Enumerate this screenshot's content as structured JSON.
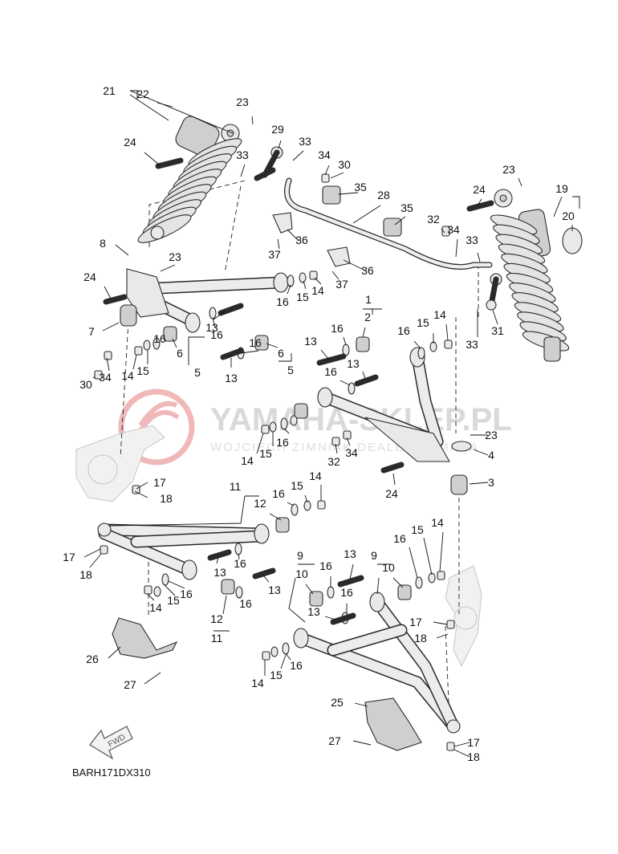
{
  "diagram_code": "BARH171DX310",
  "watermark": {
    "title": "YAMAHA-SKLEP.PL",
    "subtitle": "WOJCIECH ZIMNIAK DEALER YAMAHA"
  },
  "fwd_label": "FWD",
  "colors": {
    "line": "#2a2a2a",
    "part_fill": "#e9e9e9",
    "watermark_red": "#e8a3a3"
  },
  "callouts": [
    {
      "id": "c1",
      "label": "1"
    },
    {
      "id": "c2",
      "label": "2"
    },
    {
      "id": "c3",
      "label": "3"
    },
    {
      "id": "c4",
      "label": "4"
    },
    {
      "id": "c5a",
      "label": "5"
    },
    {
      "id": "c5b",
      "label": "5"
    },
    {
      "id": "c6a",
      "label": "6"
    },
    {
      "id": "c6b",
      "label": "6"
    },
    {
      "id": "c7",
      "label": "7"
    },
    {
      "id": "c8",
      "label": "8"
    },
    {
      "id": "c9a",
      "label": "9"
    },
    {
      "id": "c9b",
      "label": "9"
    },
    {
      "id": "c10a",
      "label": "10"
    },
    {
      "id": "c10b",
      "label": "10"
    },
    {
      "id": "c11a",
      "label": "11"
    },
    {
      "id": "c11b",
      "label": "11"
    },
    {
      "id": "c12a",
      "label": "12"
    },
    {
      "id": "c12b",
      "label": "12"
    },
    {
      "id": "c13a",
      "label": "13"
    },
    {
      "id": "c13b",
      "label": "13"
    },
    {
      "id": "c13c",
      "label": "13"
    },
    {
      "id": "c13d",
      "label": "13"
    },
    {
      "id": "c13e",
      "label": "13"
    },
    {
      "id": "c13f",
      "label": "13"
    },
    {
      "id": "c13g",
      "label": "13"
    },
    {
      "id": "c13h",
      "label": "13"
    },
    {
      "id": "c14a",
      "label": "14"
    },
    {
      "id": "c14b",
      "label": "14"
    },
    {
      "id": "c14c",
      "label": "14"
    },
    {
      "id": "c14d",
      "label": "14"
    },
    {
      "id": "c14e",
      "label": "14"
    },
    {
      "id": "c14f",
      "label": "14"
    },
    {
      "id": "c14g",
      "label": "14"
    },
    {
      "id": "c14h",
      "label": "14"
    },
    {
      "id": "c15a",
      "label": "15"
    },
    {
      "id": "c15b",
      "label": "15"
    },
    {
      "id": "c15c",
      "label": "15"
    },
    {
      "id": "c15d",
      "label": "15"
    },
    {
      "id": "c15e",
      "label": "15"
    },
    {
      "id": "c15f",
      "label": "15"
    },
    {
      "id": "c15g",
      "label": "15"
    },
    {
      "id": "c15h",
      "label": "15"
    },
    {
      "id": "c16a",
      "label": "16"
    },
    {
      "id": "c16b",
      "label": "16"
    },
    {
      "id": "c16c",
      "label": "16"
    },
    {
      "id": "c16d",
      "label": "16"
    },
    {
      "id": "c16e",
      "label": "16"
    },
    {
      "id": "c16f",
      "label": "16"
    },
    {
      "id": "c16g",
      "label": "16"
    },
    {
      "id": "c16h",
      "label": "16"
    },
    {
      "id": "c16i",
      "label": "16"
    },
    {
      "id": "c16j",
      "label": "16"
    },
    {
      "id": "c16k",
      "label": "16"
    },
    {
      "id": "c16l",
      "label": "16"
    },
    {
      "id": "c16m",
      "label": "16"
    },
    {
      "id": "c16n",
      "label": "16"
    },
    {
      "id": "c16o",
      "label": "16"
    },
    {
      "id": "c16p",
      "label": "16"
    },
    {
      "id": "c17a",
      "label": "17"
    },
    {
      "id": "c17b",
      "label": "17"
    },
    {
      "id": "c17c",
      "label": "17"
    },
    {
      "id": "c17d",
      "label": "17"
    },
    {
      "id": "c18a",
      "label": "18"
    },
    {
      "id": "c18b",
      "label": "18"
    },
    {
      "id": "c18c",
      "label": "18"
    },
    {
      "id": "c18d",
      "label": "18"
    },
    {
      "id": "c19",
      "label": "19"
    },
    {
      "id": "c20",
      "label": "20"
    },
    {
      "id": "c21",
      "label": "21"
    },
    {
      "id": "c22",
      "label": "22"
    },
    {
      "id": "c23a",
      "label": "23"
    },
    {
      "id": "c23b",
      "label": "23"
    },
    {
      "id": "c23c",
      "label": "23"
    },
    {
      "id": "c23d",
      "label": "23"
    },
    {
      "id": "c24a",
      "label": "24"
    },
    {
      "id": "c24b",
      "label": "24"
    },
    {
      "id": "c24c",
      "label": "24"
    },
    {
      "id": "c24d",
      "label": "24"
    },
    {
      "id": "c25",
      "label": "25"
    },
    {
      "id": "c26",
      "label": "26"
    },
    {
      "id": "c27a",
      "label": "27"
    },
    {
      "id": "c27b",
      "label": "27"
    },
    {
      "id": "c28",
      "label": "28"
    },
    {
      "id": "c29",
      "label": "29"
    },
    {
      "id": "c30a",
      "label": "30"
    },
    {
      "id": "c30b",
      "label": "30"
    },
    {
      "id": "c31",
      "label": "31"
    },
    {
      "id": "c32a",
      "label": "32"
    },
    {
      "id": "c32b",
      "label": "32"
    },
    {
      "id": "c33a",
      "label": "33"
    },
    {
      "id": "c33b",
      "label": "33"
    },
    {
      "id": "c33c",
      "label": "33"
    },
    {
      "id": "c33d",
      "label": "33"
    },
    {
      "id": "c34a",
      "label": "34"
    },
    {
      "id": "c34b",
      "label": "34"
    },
    {
      "id": "c34c",
      "label": "34"
    },
    {
      "id": "c34d",
      "label": "34"
    },
    {
      "id": "c35a",
      "label": "35"
    },
    {
      "id": "c35b",
      "label": "35"
    },
    {
      "id": "c36a",
      "label": "36"
    },
    {
      "id": "c36b",
      "label": "36"
    },
    {
      "id": "c37a",
      "label": "37"
    },
    {
      "id": "c37b",
      "label": "37"
    }
  ]
}
